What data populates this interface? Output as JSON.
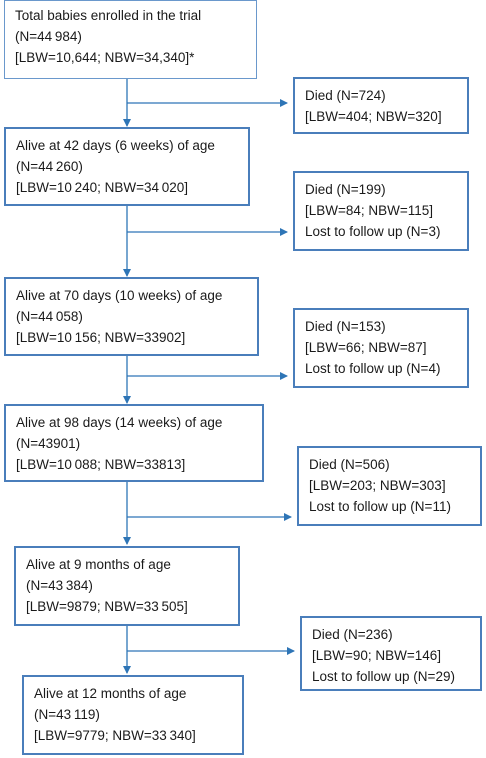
{
  "flowchart": {
    "stages": [
      {
        "lines": [
          "Total babies enrolled in the trial",
          "(N=44 984)",
          "[LBW=10,644; NBW=34,340]*"
        ]
      },
      {
        "lines": [
          "Alive at 42 days (6 weeks) of age",
          "(N=44 260)",
          "[LBW=10 240; NBW=34 020]"
        ]
      },
      {
        "lines": [
          "Alive at 70 days (10 weeks) of age",
          "(N=44 058)",
          "[LBW=10 156; NBW=33902]"
        ]
      },
      {
        "lines": [
          "Alive at 98 days (14 weeks) of age",
          "(N=43901)",
          "[LBW=10 088; NBW=33813]"
        ]
      },
      {
        "lines": [
          "Alive at 9 months of age",
          "(N=43 384)",
          "[LBW=9879; NBW=33 505]"
        ]
      },
      {
        "lines": [
          "Alive at 12 months of age",
          "(N=43 119)",
          "[LBW=9779; NBW=33 340]"
        ]
      }
    ],
    "exclusions": [
      {
        "lines": [
          "Died (N=724)",
          "[LBW=404; NBW=320]"
        ]
      },
      {
        "lines": [
          "Died (N=199)",
          "[LBW=84; NBW=115]",
          "Lost to follow up (N=3)"
        ]
      },
      {
        "lines": [
          "Died (N=153)",
          "[LBW=66; NBW=87]",
          "Lost to follow up (N=4)"
        ]
      },
      {
        "lines": [
          "Died (N=506)",
          "[LBW=203; NBW=303]",
          "Lost to follow up (N=11)"
        ]
      },
      {
        "lines": [
          "Died (N=236)",
          "[LBW=90; NBW=146]",
          "Lost to follow up (N=29)"
        ]
      }
    ],
    "line_color": "#2e75b6",
    "box_border_color": "#4a7ebb"
  }
}
